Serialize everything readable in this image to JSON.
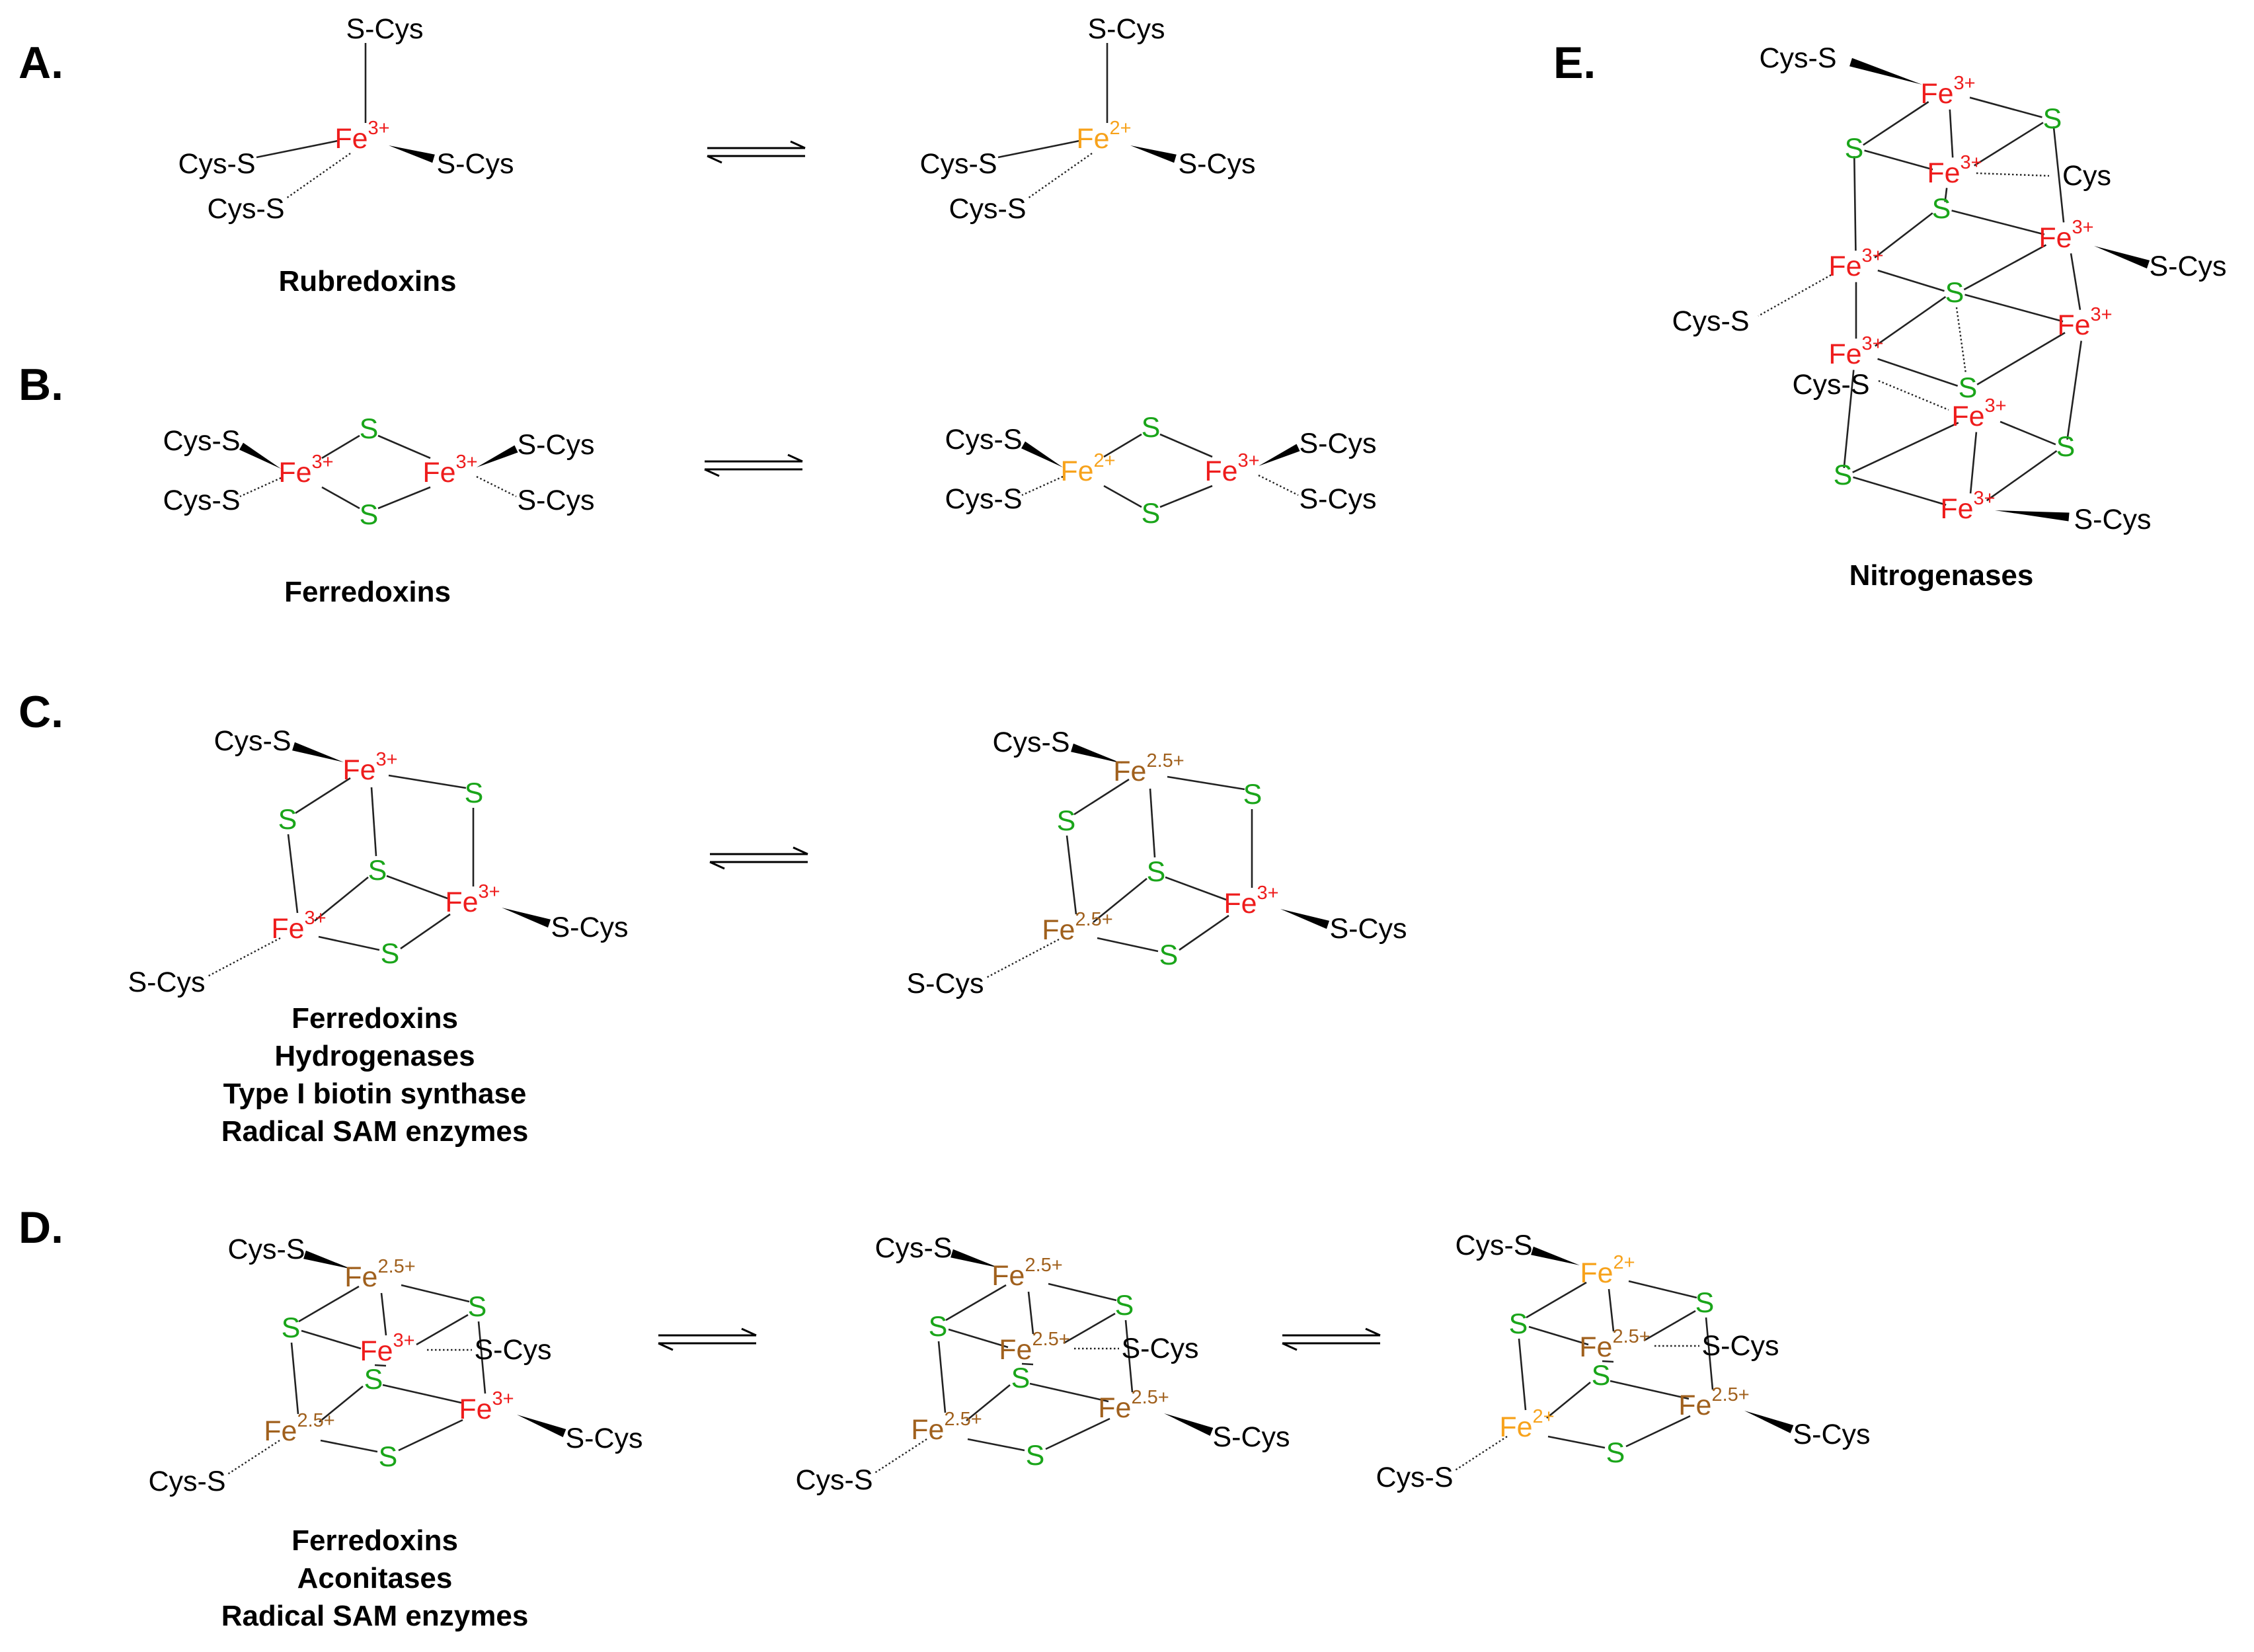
{
  "colors": {
    "fe3": "#ee1c1c",
    "fe2": "#f7a21b",
    "fe25": "#a0601d",
    "sulfide": "#1aa51a",
    "ligand": "#000000"
  },
  "labels": {
    "cys_s": "Cys-S",
    "s_cys": "S-Cys",
    "cys": "Cys",
    "fe": "Fe",
    "s": "S",
    "charge_3": "3+",
    "charge_2": "2+",
    "charge_25": "2.5+"
  },
  "panels": {
    "A": {
      "letter": "A.",
      "captions": [
        "Rubredoxins"
      ]
    },
    "B": {
      "letter": "B.",
      "captions": [
        "Ferredoxins"
      ]
    },
    "C": {
      "letter": "C.",
      "captions": [
        "Ferredoxins",
        "Hydrogenases",
        "Type I biotin synthase",
        "Radical SAM enzymes"
      ]
    },
    "D": {
      "letter": "D.",
      "captions": [
        "Ferredoxins",
        "Aconitases",
        "Radical SAM enzymes"
      ]
    },
    "E": {
      "letter": "E.",
      "captions": [
        "Nitrogenases"
      ]
    }
  }
}
